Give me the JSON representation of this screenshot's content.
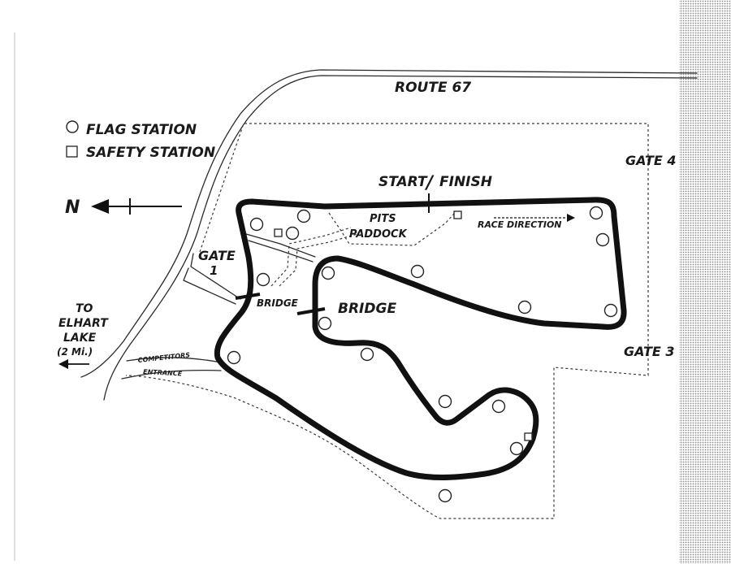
{
  "legend": {
    "flag_station": "FLAG STATION",
    "safety_station": "SAFETY STATION"
  },
  "north": "N",
  "labels": {
    "route": "ROUTE 67",
    "gate4": "GATE 4",
    "gate3": "GATE 3",
    "gate1_line1": "GATE",
    "gate1_line2": "1",
    "start": "START",
    "finish": "FINISH",
    "pits": "PITS",
    "paddock": "PADDOCK",
    "race_direction": "RACE DIRECTION",
    "bridge_small": "BRIDGE",
    "bridge_large": "BRIDGE",
    "lake1": "TO",
    "lake2": "ELHART",
    "lake3": "LAKE",
    "lake4": "(2 Mi.)",
    "competitors": "COMPETITORS",
    "entrance": "ENTRANCE"
  },
  "colors": {
    "ink": "#111111",
    "paper": "#ffffff",
    "edge": "#9a9a9a"
  }
}
